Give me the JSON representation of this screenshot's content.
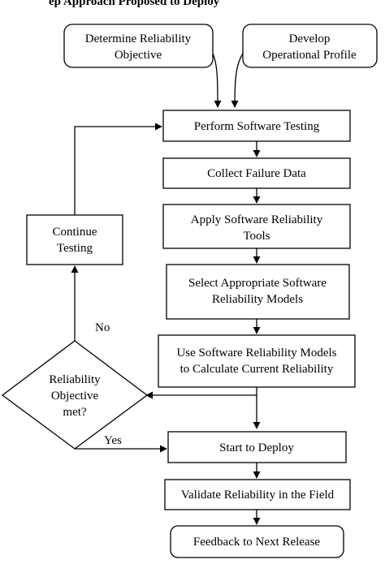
{
  "header_text": "ep Approach Proposed to Deploy",
  "nodes": {
    "determine": [
      "Determine Reliability",
      "Objective"
    ],
    "develop": [
      "Develop",
      "Operational Profile"
    ],
    "perform": [
      "Perform Software Testing"
    ],
    "collect": [
      "Collect Failure Data"
    ],
    "apply": [
      "Apply Software Reliability",
      "Tools"
    ],
    "select": [
      "Select Appropriate Software",
      "Reliability Models"
    ],
    "use": [
      "Use Software Reliability Models",
      "to Calculate Current Reliability"
    ],
    "continue": [
      "Continue",
      "Testing"
    ],
    "decision": [
      "Reliability",
      "Objective",
      "met?"
    ],
    "deploy": [
      "Start to Deploy"
    ],
    "validate": [
      "Validate Reliability in the Field"
    ],
    "feedback": [
      "Feedback to Next Release"
    ]
  },
  "edge_labels": {
    "no": "No",
    "yes": "Yes"
  }
}
